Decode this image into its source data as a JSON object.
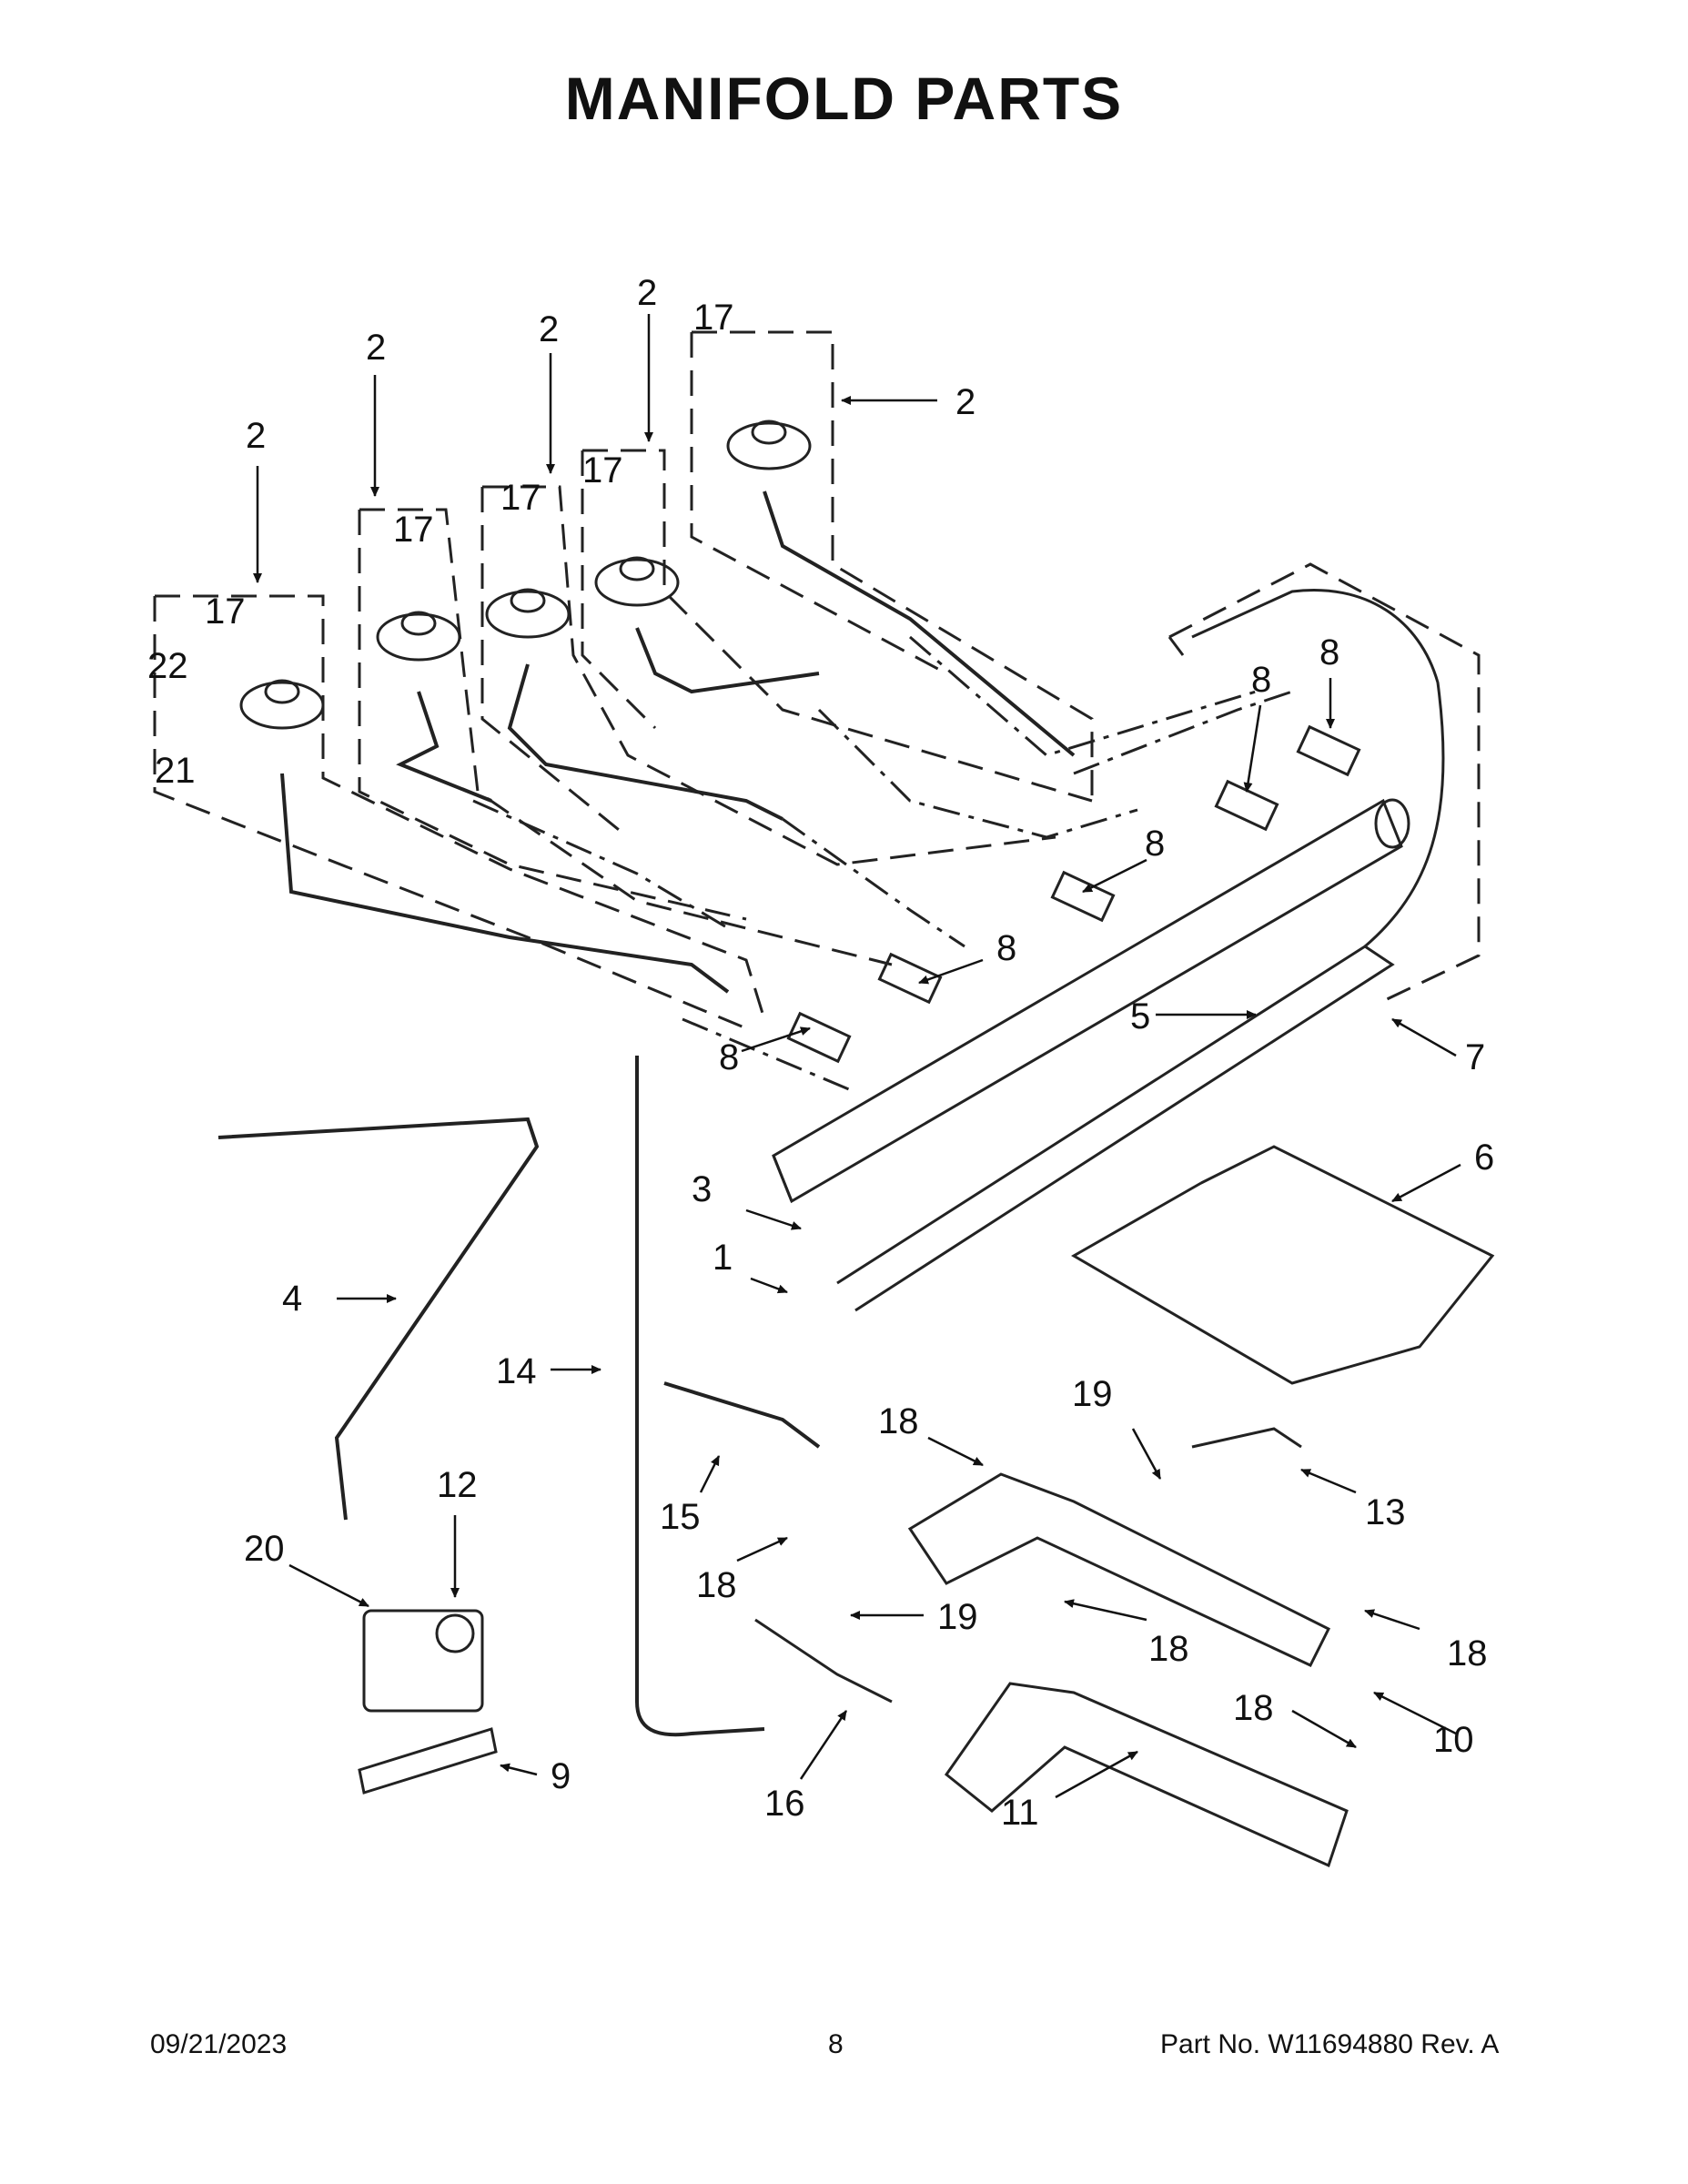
{
  "title": "MANIFOLD PARTS",
  "footer": {
    "date": "09/21/2023",
    "page": "8",
    "part_no": "Part No.  W11694880  Rev.  A"
  },
  "callouts": [
    "2",
    "2",
    "2",
    "2",
    "2",
    "2",
    "17",
    "17",
    "17",
    "17",
    "17",
    "22",
    "21",
    "8",
    "8",
    "8",
    "8",
    "8",
    "8",
    "5",
    "7",
    "6",
    "3",
    "1",
    "4",
    "14",
    "15",
    "18",
    "18",
    "18",
    "18",
    "18",
    "19",
    "19",
    "13",
    "12",
    "20",
    "9",
    "16",
    "10",
    "11"
  ]
}
